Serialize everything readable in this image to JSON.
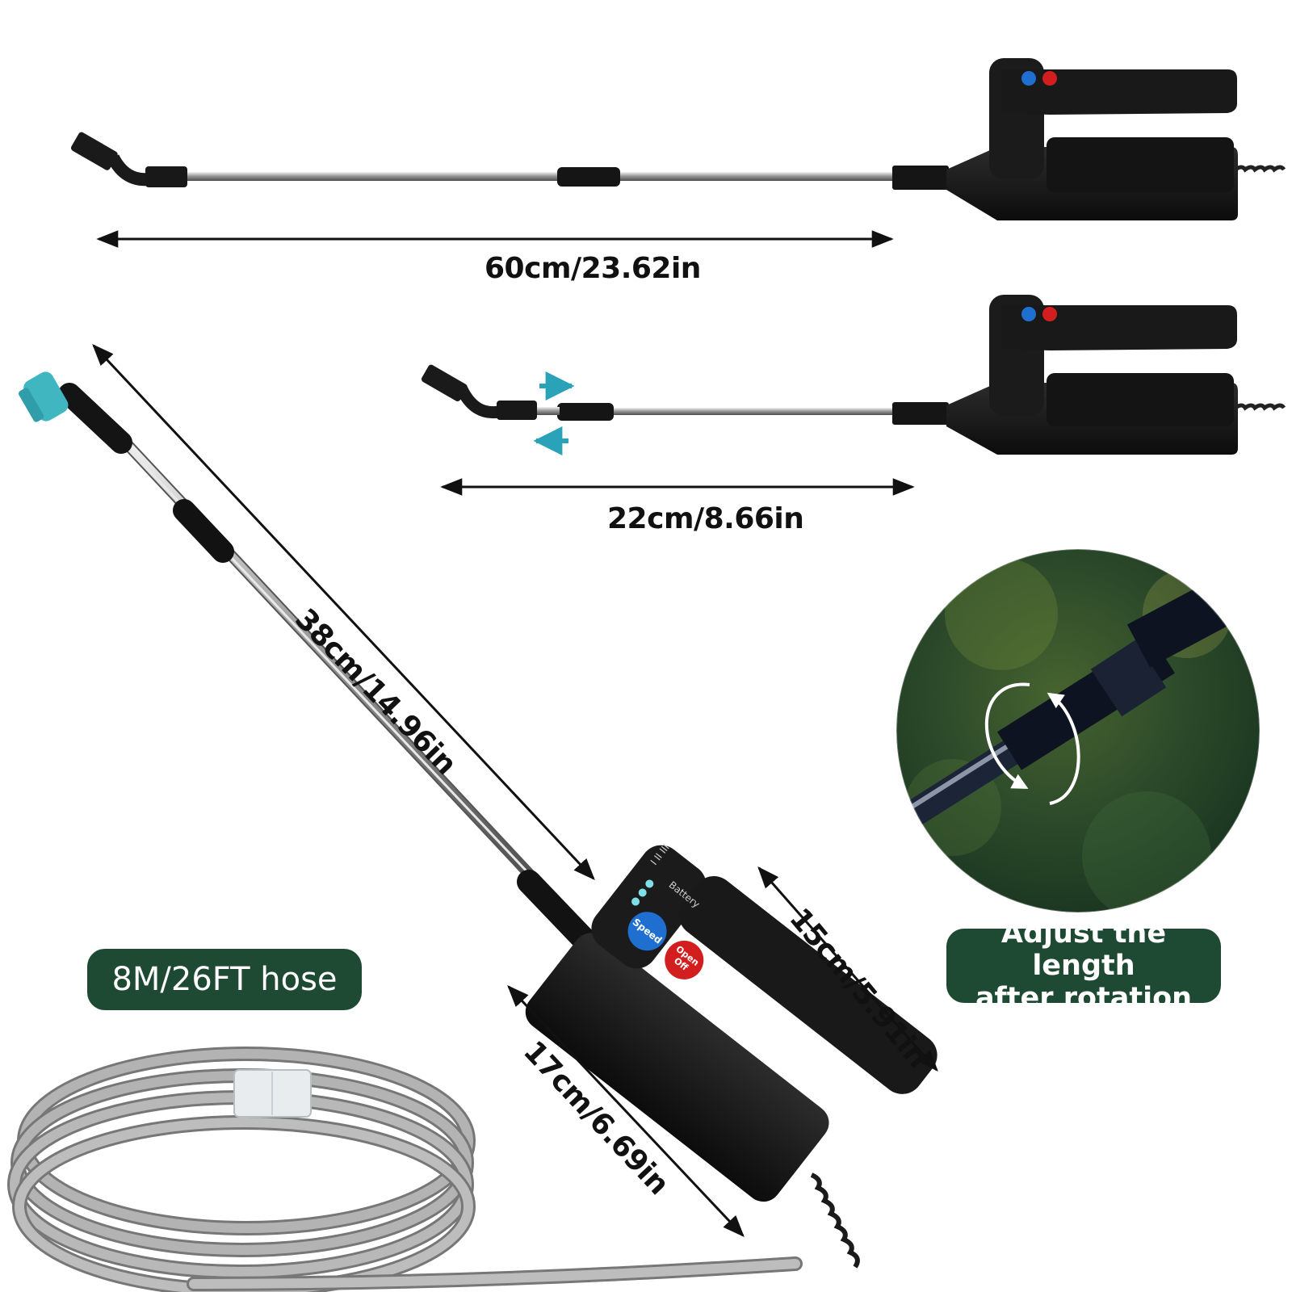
{
  "dimensions": {
    "top_wand": "60cm/23.62in",
    "retracted_wand": "22cm/8.66in",
    "diagonal_wand": "38cm/14.96in",
    "handle_top": "15cm/5.91in",
    "handle_body": "17cm/6.69in"
  },
  "labels": {
    "hose": "8M/26FT hose",
    "adjust_line1": "Adjust the length",
    "adjust_line2": "after rotation"
  },
  "handle_markings": {
    "indicator_levels": "I  II  III",
    "battery": "Battery",
    "speed_button": "Speed",
    "power_button_line1": "Open",
    "power_button_line2": "Off"
  },
  "colors": {
    "label_background": "#1e4a34",
    "speed_button": "#1f6fd0",
    "power_button": "#d21e1e",
    "nozzle_accent": "#3fb6c0",
    "arrow_accent": "#2aa3b8"
  }
}
